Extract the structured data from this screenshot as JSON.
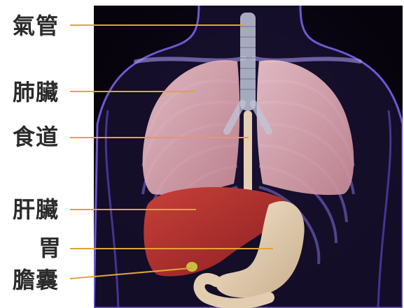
{
  "labels": {
    "trachea": "氣管",
    "lungs": "肺臟",
    "esophagus": "食道",
    "liver": "肝臟",
    "stomach": "胃",
    "gallbladder": "膽囊"
  },
  "colors": {
    "leader_line": "#e0a43a",
    "label_text": "#2b2b2b",
    "background": "#06030c",
    "body_outline": "#7b5cff",
    "lung": "#e7b7bf",
    "liver": "#b8322f",
    "stomach": "#ead7bf",
    "gallbladder": "#c8c040"
  }
}
